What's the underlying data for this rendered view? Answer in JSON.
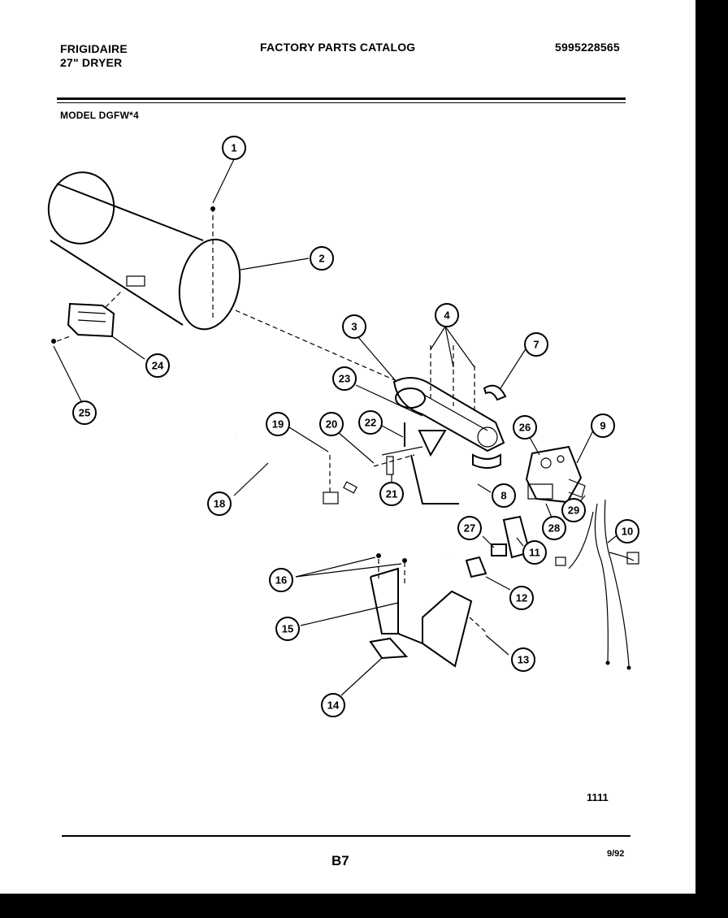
{
  "header": {
    "brand": "FRIGIDAIRE",
    "product": "27\" DRYER",
    "catalog_title": "FACTORY PARTS CATALOG",
    "catalog_number": "5995228565",
    "model": "MODEL DGFW*4"
  },
  "callouts": [
    "1",
    "2",
    "3",
    "4",
    "7",
    "23",
    "26",
    "9",
    "19",
    "20",
    "22",
    "8",
    "18",
    "21",
    "27",
    "11",
    "29",
    "28",
    "10",
    "16",
    "12",
    "15",
    "13",
    "14",
    "24",
    "25"
  ],
  "footer": {
    "code": "1111",
    "page": "B7",
    "date": "9/92"
  }
}
